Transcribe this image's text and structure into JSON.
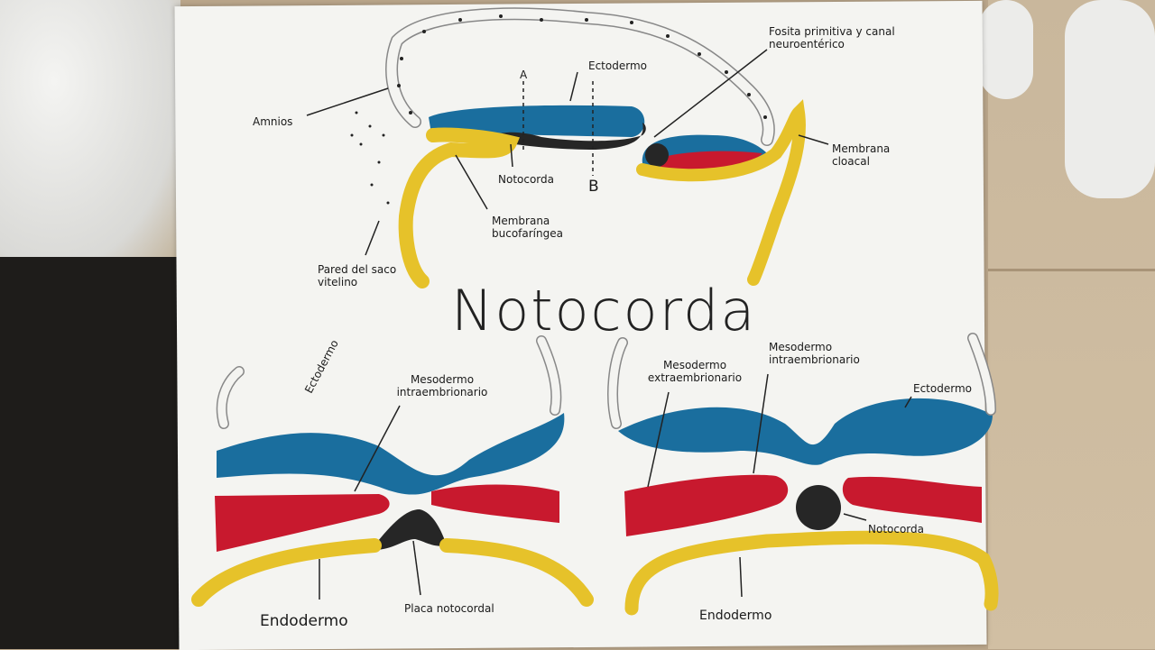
{
  "poster": {
    "title": "Notocorda",
    "colors": {
      "ectodermo": "#1a6e9e",
      "mesodermo": "#c8192e",
      "endodermo": "#e6c22a",
      "notocorda": "#262626",
      "paper": "#f4f4f1"
    },
    "sagittal_section": {
      "labels": {
        "amnios": "Amnios",
        "ectodermo": "Ectodermo",
        "fosita": "Fosita primitiva y canal neuroentérico",
        "notocorda": "Notocorda",
        "membrana_bucofaringea": "Membrana bucofaríngea",
        "membrana_cloacal": "Membrana cloacal",
        "pared_saco_vitelino": "Pared del saco vitelino",
        "cut_a": "A",
        "cut_b": "B"
      }
    },
    "section_a": {
      "labels": {
        "ectodermo": "Ectodermo",
        "mesodermo_intra": "Mesodermo intraembrionario",
        "endodermo": "Endodermo",
        "placa_notocordal": "Placa notocordal"
      }
    },
    "section_b": {
      "labels": {
        "mesodermo_extra": "Mesodermo extraembrionario",
        "mesodermo_intra": "Mesodermo intraembrionario",
        "ectodermo": "Ectodermo",
        "notocorda": "Notocorda",
        "endodermo": "Endodermo"
      }
    }
  }
}
